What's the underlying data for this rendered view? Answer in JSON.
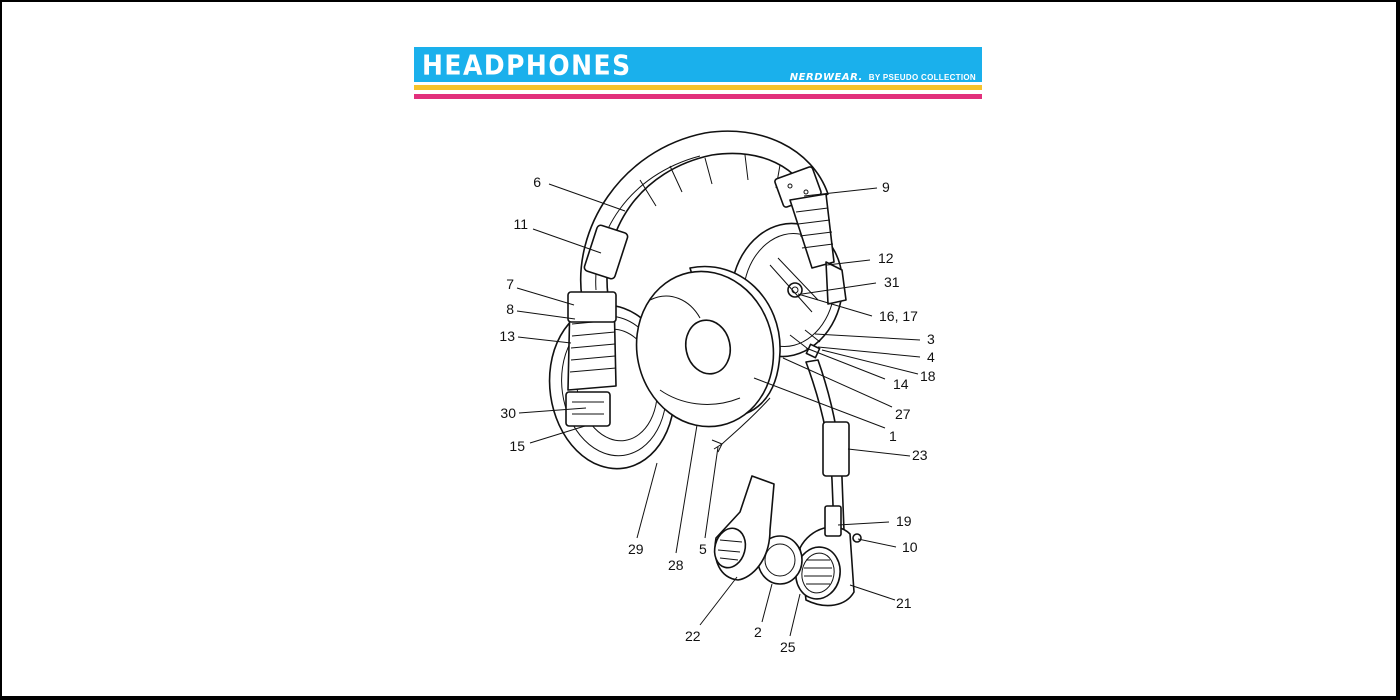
{
  "header": {
    "title": "HEADPHONES",
    "brand": "NERDWEAR.",
    "byline": "BY PSEUDO COLLECTION"
  },
  "colors": {
    "banner": "#1ab0ec",
    "stripe_yellow": "#f6c32c",
    "stripe_pink": "#e2307c",
    "ink": "#111111"
  },
  "callouts": [
    {
      "id": "6",
      "label": "6"
    },
    {
      "id": "9",
      "label": "9"
    },
    {
      "id": "11",
      "label": "11"
    },
    {
      "id": "12",
      "label": "12"
    },
    {
      "id": "31",
      "label": "31"
    },
    {
      "id": "7",
      "label": "7"
    },
    {
      "id": "8",
      "label": "8"
    },
    {
      "id": "16-17",
      "label": "16, 17"
    },
    {
      "id": "13",
      "label": "13"
    },
    {
      "id": "3",
      "label": "3"
    },
    {
      "id": "4",
      "label": "4"
    },
    {
      "id": "18",
      "label": "18"
    },
    {
      "id": "14",
      "label": "14"
    },
    {
      "id": "27",
      "label": "27"
    },
    {
      "id": "30",
      "label": "30"
    },
    {
      "id": "1",
      "label": "1"
    },
    {
      "id": "15",
      "label": "15"
    },
    {
      "id": "23",
      "label": "23"
    },
    {
      "id": "19",
      "label": "19"
    },
    {
      "id": "10",
      "label": "10"
    },
    {
      "id": "29",
      "label": "29"
    },
    {
      "id": "5",
      "label": "5"
    },
    {
      "id": "28",
      "label": "28"
    },
    {
      "id": "21",
      "label": "21"
    },
    {
      "id": "22",
      "label": "22"
    },
    {
      "id": "2",
      "label": "2"
    },
    {
      "id": "25",
      "label": "25"
    }
  ]
}
